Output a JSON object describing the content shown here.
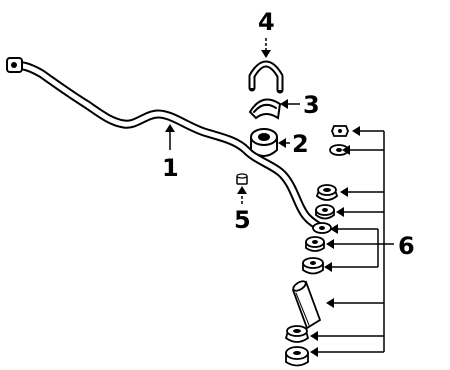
{
  "diagram": {
    "callouts": [
      {
        "id": "1",
        "label": "1"
      },
      {
        "id": "2",
        "label": "2"
      },
      {
        "id": "3",
        "label": "3"
      },
      {
        "id": "4",
        "label": "4"
      },
      {
        "id": "5",
        "label": "5"
      },
      {
        "id": "6",
        "label": "6"
      }
    ],
    "parts": [
      {
        "callout": "1",
        "icon": "stabilizer-bar-icon"
      },
      {
        "callout": "2",
        "icon": "bushing-icon"
      },
      {
        "callout": "3",
        "icon": "bushing-bracket-icon"
      },
      {
        "callout": "4",
        "icon": "u-bolt-clamp-icon"
      },
      {
        "callout": "5",
        "icon": "nut-icon"
      },
      {
        "callout": "6",
        "icon": "link-kit-icon"
      }
    ]
  }
}
